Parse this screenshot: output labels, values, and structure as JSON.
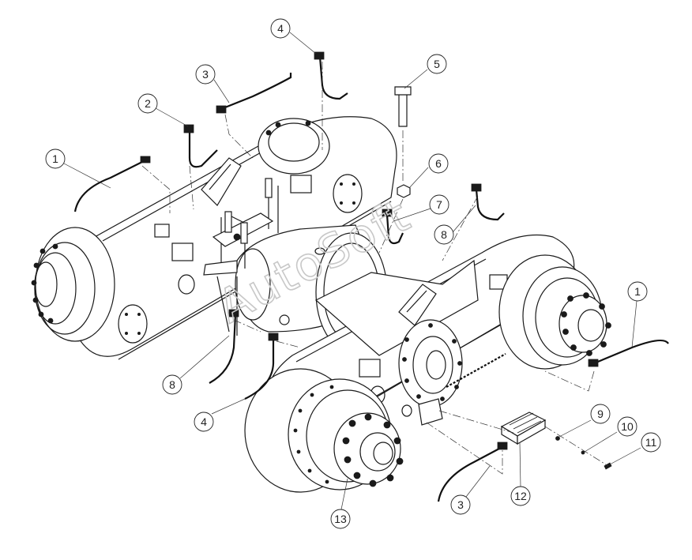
{
  "diagram": {
    "watermark": "AutoSoft",
    "callouts": [
      {
        "id": "callout-1-left",
        "label": "1"
      },
      {
        "id": "callout-2",
        "label": "2"
      },
      {
        "id": "callout-3-top",
        "label": "3"
      },
      {
        "id": "callout-4-top",
        "label": "4"
      },
      {
        "id": "callout-5",
        "label": "5"
      },
      {
        "id": "callout-6",
        "label": "6"
      },
      {
        "id": "callout-7",
        "label": "7"
      },
      {
        "id": "callout-8-right",
        "label": "8"
      },
      {
        "id": "callout-1-right",
        "label": "1"
      },
      {
        "id": "callout-8-left",
        "label": "8"
      },
      {
        "id": "callout-4-bottom",
        "label": "4"
      },
      {
        "id": "callout-9",
        "label": "9"
      },
      {
        "id": "callout-10",
        "label": "10"
      },
      {
        "id": "callout-11",
        "label": "11"
      },
      {
        "id": "callout-12",
        "label": "12"
      },
      {
        "id": "callout-3-bottom",
        "label": "3"
      },
      {
        "id": "callout-13",
        "label": "13"
      }
    ]
  }
}
